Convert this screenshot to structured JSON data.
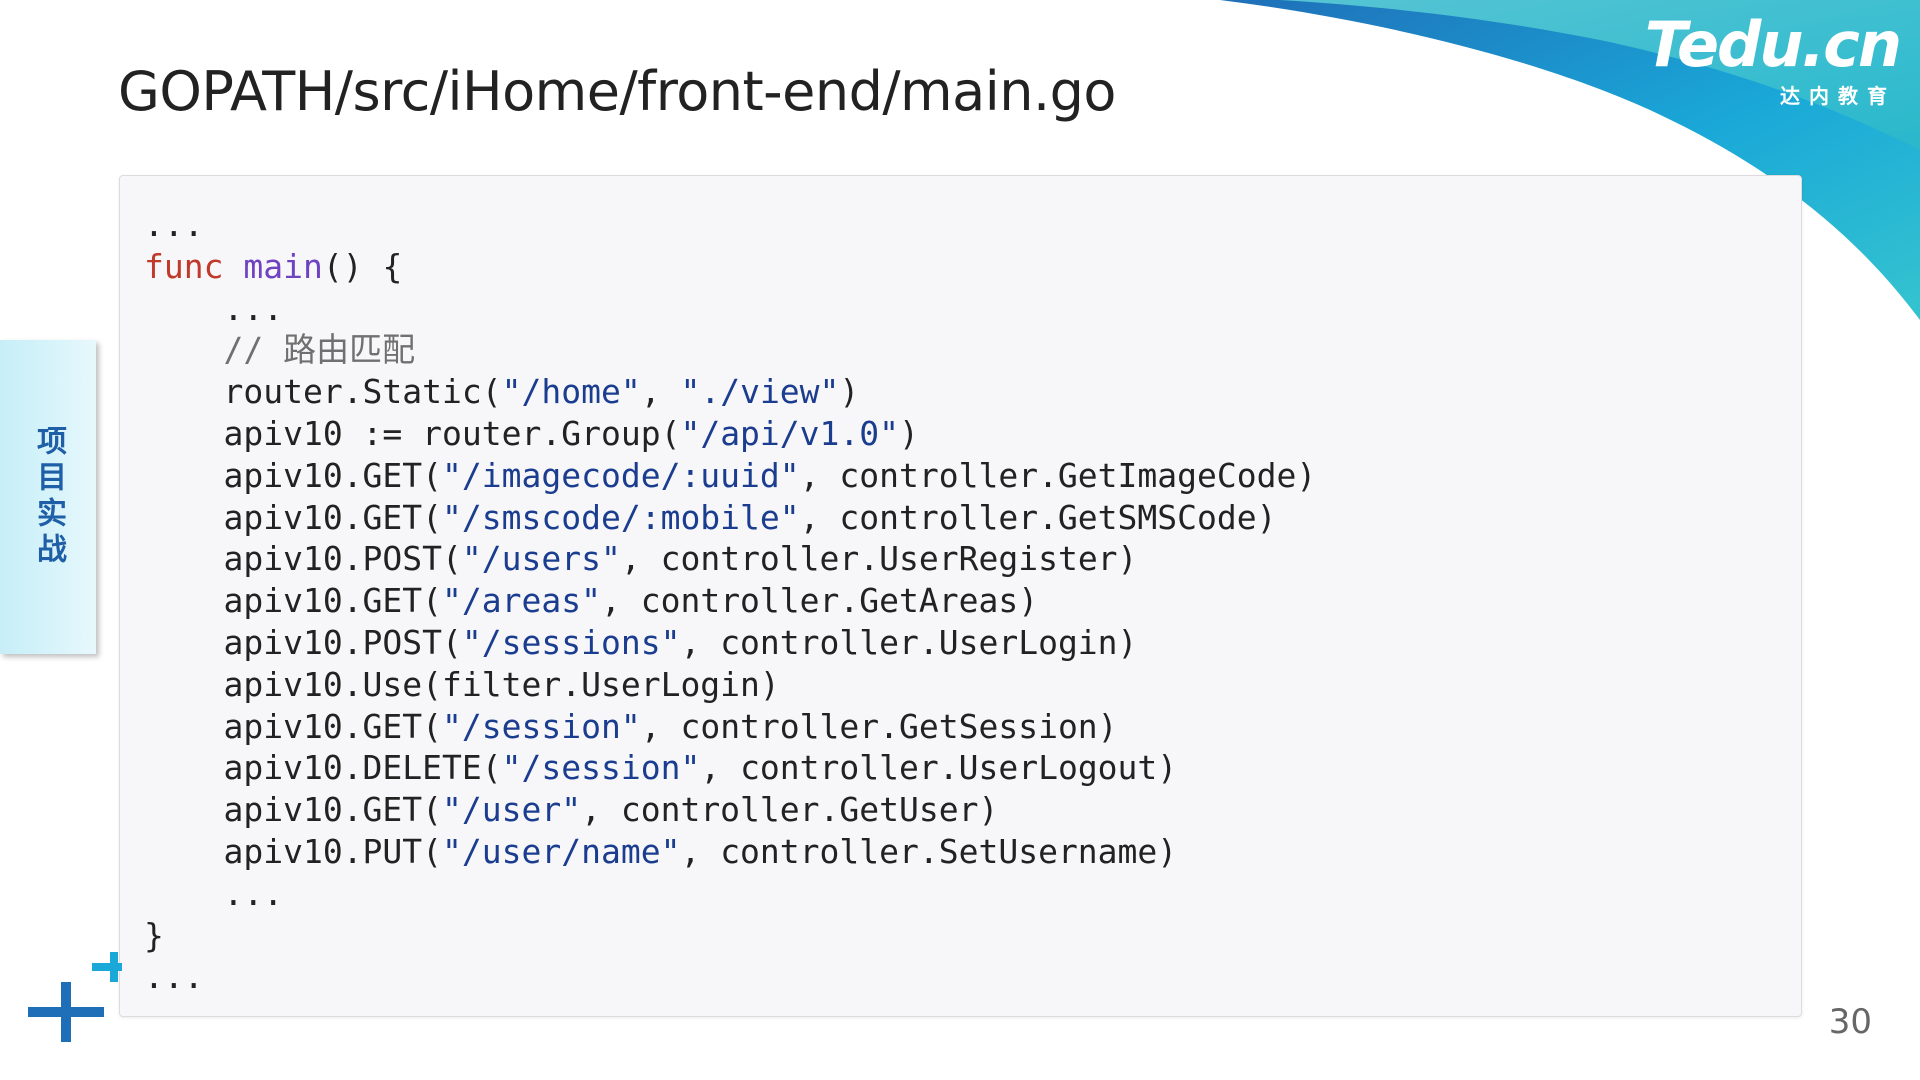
{
  "brand": {
    "logo_main": "Tedu.cn",
    "logo_sub": "达内教育",
    "accent_colors": [
      "#1aa8d8",
      "#2dc6c8",
      "#1f5fa8"
    ]
  },
  "slide": {
    "title": "GOPATH/src/iHome/front-end/main.go",
    "side_tab": "项目实战",
    "page_number": "30"
  },
  "code": {
    "language": "go",
    "lines": [
      {
        "indent": "",
        "tokens": [
          {
            "t": "plain",
            "v": "..."
          }
        ]
      },
      {
        "indent": "",
        "tokens": [
          {
            "t": "kw",
            "v": "func"
          },
          {
            "t": "plain",
            "v": " "
          },
          {
            "t": "fn",
            "v": "main"
          },
          {
            "t": "plain",
            "v": "() {"
          }
        ]
      },
      {
        "indent": "    ",
        "tokens": [
          {
            "t": "plain",
            "v": "..."
          }
        ]
      },
      {
        "indent": "    ",
        "tokens": [
          {
            "t": "cm",
            "v": "// 路由匹配"
          }
        ]
      },
      {
        "indent": "    ",
        "tokens": [
          {
            "t": "plain",
            "v": "router.Static("
          },
          {
            "t": "str",
            "v": "\"/home\""
          },
          {
            "t": "plain",
            "v": ", "
          },
          {
            "t": "str",
            "v": "\"./view\""
          },
          {
            "t": "plain",
            "v": ")"
          }
        ]
      },
      {
        "indent": "    ",
        "tokens": [
          {
            "t": "plain",
            "v": "apiv10 := router.Group("
          },
          {
            "t": "str",
            "v": "\"/api/v1.0\""
          },
          {
            "t": "plain",
            "v": ")"
          }
        ]
      },
      {
        "indent": "    ",
        "tokens": [
          {
            "t": "plain",
            "v": "apiv10.GET("
          },
          {
            "t": "str",
            "v": "\"/imagecode/:uuid\""
          },
          {
            "t": "plain",
            "v": ", controller.GetImageCode)"
          }
        ]
      },
      {
        "indent": "    ",
        "tokens": [
          {
            "t": "plain",
            "v": "apiv10.GET("
          },
          {
            "t": "str",
            "v": "\"/smscode/:mobile\""
          },
          {
            "t": "plain",
            "v": ", controller.GetSMSCode)"
          }
        ]
      },
      {
        "indent": "    ",
        "tokens": [
          {
            "t": "plain",
            "v": "apiv10.POST("
          },
          {
            "t": "str",
            "v": "\"/users\""
          },
          {
            "t": "plain",
            "v": ", controller.UserRegister)"
          }
        ]
      },
      {
        "indent": "    ",
        "tokens": [
          {
            "t": "plain",
            "v": "apiv10.GET("
          },
          {
            "t": "str",
            "v": "\"/areas\""
          },
          {
            "t": "plain",
            "v": ", controller.GetAreas)"
          }
        ]
      },
      {
        "indent": "    ",
        "tokens": [
          {
            "t": "plain",
            "v": "apiv10.POST("
          },
          {
            "t": "str",
            "v": "\"/sessions\""
          },
          {
            "t": "plain",
            "v": ", controller.UserLogin)"
          }
        ]
      },
      {
        "indent": "    ",
        "tokens": [
          {
            "t": "plain",
            "v": "apiv10.Use(filter.UserLogin)"
          }
        ]
      },
      {
        "indent": "    ",
        "tokens": [
          {
            "t": "plain",
            "v": "apiv10.GET("
          },
          {
            "t": "str",
            "v": "\"/session\""
          },
          {
            "t": "plain",
            "v": ", controller.GetSession)"
          }
        ]
      },
      {
        "indent": "    ",
        "tokens": [
          {
            "t": "plain",
            "v": "apiv10.DELETE("
          },
          {
            "t": "str",
            "v": "\"/session\""
          },
          {
            "t": "plain",
            "v": ", controller.UserLogout)"
          }
        ]
      },
      {
        "indent": "    ",
        "tokens": [
          {
            "t": "plain",
            "v": "apiv10.GET("
          },
          {
            "t": "str",
            "v": "\"/user\""
          },
          {
            "t": "plain",
            "v": ", controller.GetUser)"
          }
        ]
      },
      {
        "indent": "    ",
        "tokens": [
          {
            "t": "plain",
            "v": "apiv10.PUT("
          },
          {
            "t": "str",
            "v": "\"/user/name\""
          },
          {
            "t": "plain",
            "v": ", controller.SetUsername)"
          }
        ]
      },
      {
        "indent": "    ",
        "tokens": [
          {
            "t": "plain",
            "v": "..."
          }
        ]
      },
      {
        "indent": "",
        "tokens": [
          {
            "t": "plain",
            "v": "}"
          }
        ]
      },
      {
        "indent": "",
        "tokens": [
          {
            "t": "plain",
            "v": "..."
          }
        ]
      }
    ]
  }
}
